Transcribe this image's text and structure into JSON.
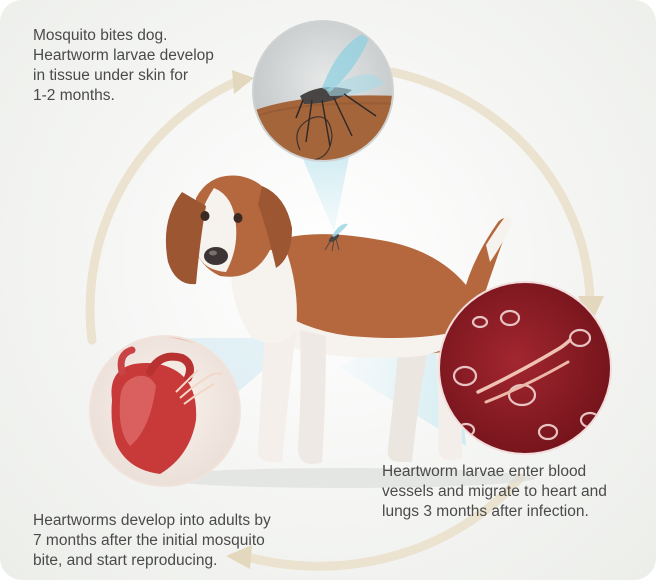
{
  "steps": [
    {
      "id": "mosquito-bite",
      "text": "Mosquito bites dog.\nHeartworm larvae develop\nin tissue under skin for\n1-2 months."
    },
    {
      "id": "larvae-migrate",
      "text": "Heartworm larvae enter blood\nvessels and migrate to heart and\nlungs 3 months after infection."
    },
    {
      "id": "adults-develop",
      "text": "Heartworms develop into adults by\n7 months after the initial mosquito\nbite, and start reproducing."
    }
  ],
  "colors": {
    "cycle_arrow": "#ebe2cf",
    "dog_brown": "#b5683e",
    "dog_white": "#f6f2ee",
    "blood": "#8e1a22",
    "heart": "#c83a3a",
    "skin": "#a4653a"
  },
  "icons": [
    "mosquito-icon",
    "blood-vessel-icon",
    "heart-icon",
    "dog-illustration"
  ]
}
